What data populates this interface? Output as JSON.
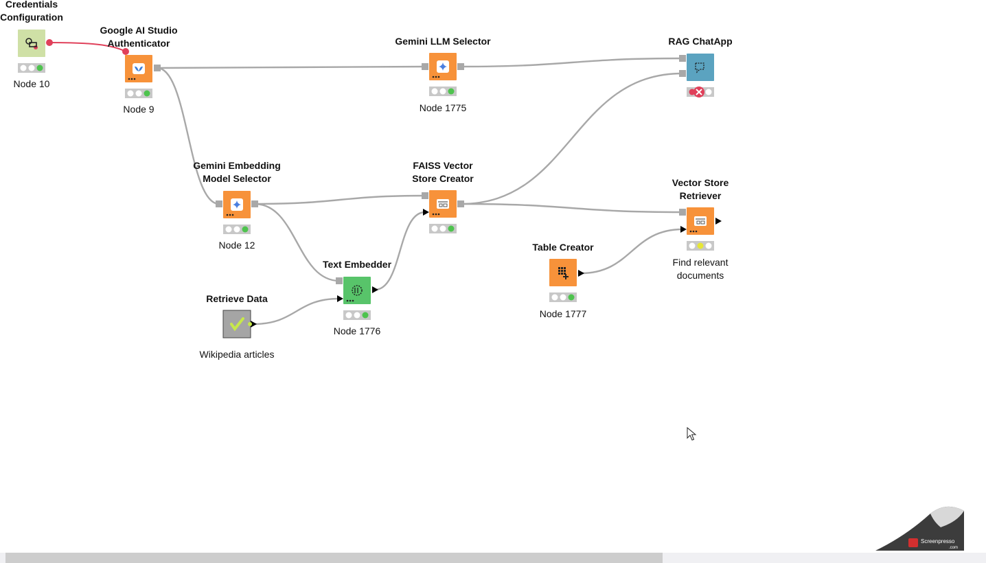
{
  "workflow": {
    "nodes": [
      {
        "id": "n10",
        "title": "Credentials\nConfiguration",
        "label": "Node 10",
        "color": "#cfe0a6",
        "icon": "credentials-key-icon",
        "status": "executed"
      },
      {
        "id": "n9",
        "title": "Google AI Studio\nAuthenticator",
        "label": "Node 9",
        "color": "#f7923a",
        "icon": "google-ai-studio-icon",
        "status": "executed"
      },
      {
        "id": "n1775",
        "title": "Gemini LLM Selector",
        "label": "Node 1775",
        "color": "#f7923a",
        "icon": "gemini-sparkle-icon",
        "status": "executed"
      },
      {
        "id": "chat",
        "title": "RAG ChatApp",
        "label": "",
        "color": "#5ba3c0",
        "icon": "chat-app-icon",
        "status": "error"
      },
      {
        "id": "n12",
        "title": "Gemini Embedding\nModel Selector",
        "label": "Node 12",
        "color": "#f7923a",
        "icon": "gemini-sparkle-icon",
        "status": "executed"
      },
      {
        "id": "faiss",
        "title": "FAISS Vector\nStore Creator",
        "label": "",
        "color": "#f7923a",
        "icon": "vector-store-icon",
        "status": "executed"
      },
      {
        "id": "retr",
        "title": "Vector Store\nRetriever",
        "label": "Find relevant\ndocuments",
        "color": "#f7923a",
        "icon": "vector-store-icon",
        "status": "configured"
      },
      {
        "id": "emb",
        "title": "Text Embedder",
        "label": "Node 1776",
        "color": "#58c46a",
        "icon": "embedder-icon",
        "status": "executed"
      },
      {
        "id": "table",
        "title": "Table Creator",
        "label": "Node 1777",
        "color": "#f7923a",
        "icon": "table-grid-icon",
        "status": "executed"
      },
      {
        "id": "retrieve",
        "title": "Retrieve Data",
        "label": "Wikipedia articles",
        "color": "#a5a5a5",
        "icon": "checkmark-icon",
        "status": "none"
      }
    ],
    "connections": [
      {
        "from": "n10",
        "to": "n9",
        "type": "credential",
        "color": "#e0405a"
      },
      {
        "from": "n9",
        "to": "n1775",
        "type": "model",
        "color": "#a8a8a8"
      },
      {
        "from": "n9",
        "to": "n12",
        "type": "model",
        "color": "#a8a8a8"
      },
      {
        "from": "n1775",
        "to": "chat",
        "type": "model",
        "color": "#a8a8a8"
      },
      {
        "from": "n12",
        "to": "faiss",
        "type": "model",
        "color": "#a8a8a8"
      },
      {
        "from": "n12",
        "to": "emb",
        "type": "model",
        "color": "#a8a8a8"
      },
      {
        "from": "faiss",
        "to": "chat",
        "type": "model",
        "color": "#a8a8a8"
      },
      {
        "from": "faiss",
        "to": "retr",
        "type": "model",
        "color": "#a8a8a8"
      },
      {
        "from": "retrieve",
        "to": "emb",
        "type": "data",
        "color": "#a8a8a8"
      },
      {
        "from": "emb",
        "to": "faiss",
        "type": "data",
        "color": "#a8a8a8"
      },
      {
        "from": "table",
        "to": "retr",
        "type": "data",
        "color": "#a8a8a8"
      }
    ]
  },
  "cursor": {
    "icon": "mouse-pointer-icon"
  },
  "watermark": {
    "text": "Screenpresso",
    "sub": ".com"
  },
  "scrollbar": {
    "label": "horizontal-scrollbar"
  }
}
